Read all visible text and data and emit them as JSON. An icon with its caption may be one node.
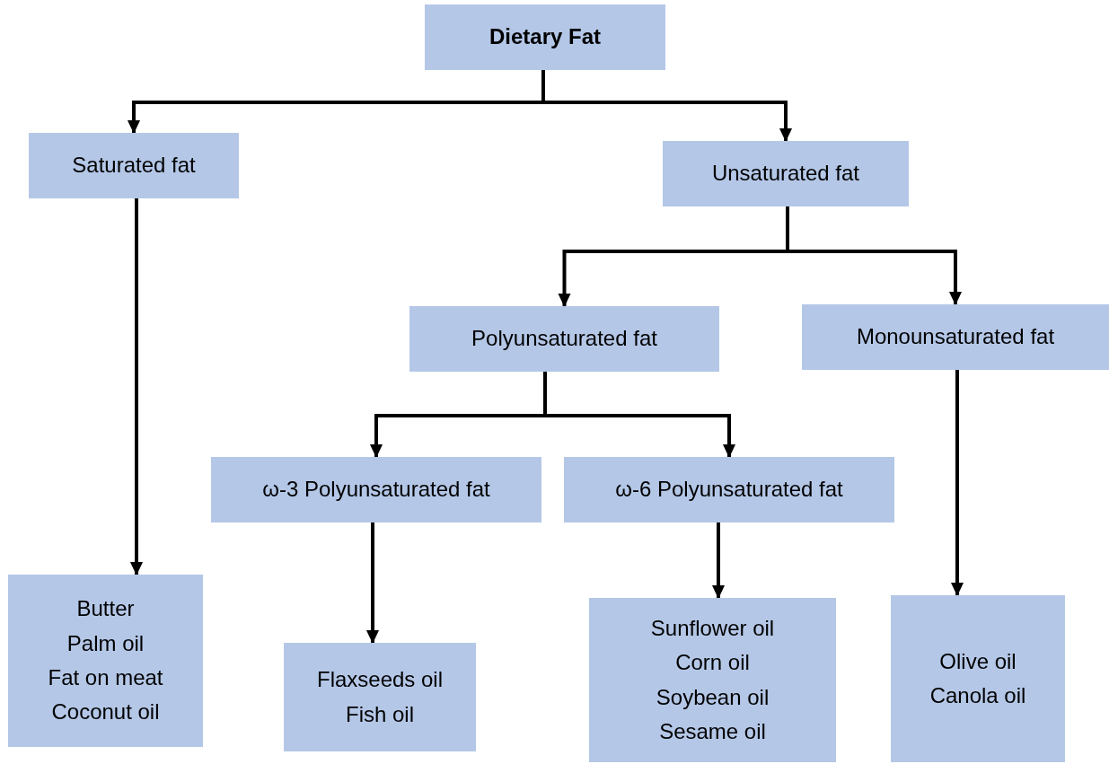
{
  "diagram": {
    "nodes": [
      {
        "text": [
          "Dietary Fat"
        ]
      },
      {
        "text": [
          "Saturated fat"
        ]
      },
      {
        "text": [
          "Unsaturated fat"
        ]
      },
      {
        "text": [
          "Polyunsaturated fat"
        ]
      },
      {
        "text": [
          "Monounsaturated fat"
        ]
      },
      {
        "text": [
          "ω-3 Polyunsaturated fat"
        ]
      },
      {
        "text": [
          "ω-6 Polyunsaturated fat"
        ]
      },
      {
        "text": [
          "Butter",
          "Palm oil",
          "Fat on meat",
          "Coconut oil"
        ]
      },
      {
        "text": [
          "Flaxseeds oil",
          "Fish oil"
        ]
      },
      {
        "text": [
          "Sunflower oil",
          "Corn oil",
          "Soybean oil",
          "Sesame oil"
        ]
      },
      {
        "text": [
          "Olive oil",
          "Canola oil"
        ]
      }
    ],
    "edges": [
      {
        "from": 0,
        "to": 1,
        "arrow": "to"
      },
      {
        "from": 0,
        "to": 2,
        "arrow": "to"
      },
      {
        "from": 2,
        "to": 3,
        "arrow": "to"
      },
      {
        "from": 2,
        "to": 4,
        "arrow": "to"
      },
      {
        "from": 3,
        "to": 5,
        "arrow": "to"
      },
      {
        "from": 3,
        "to": 6,
        "arrow": "to"
      },
      {
        "from": 1,
        "to": 7,
        "arrow": "to"
      },
      {
        "from": 5,
        "to": 8,
        "arrow": "to"
      },
      {
        "from": 6,
        "to": 9,
        "arrow": "to"
      },
      {
        "from": 4,
        "to": 10,
        "arrow": "to"
      }
    ]
  }
}
